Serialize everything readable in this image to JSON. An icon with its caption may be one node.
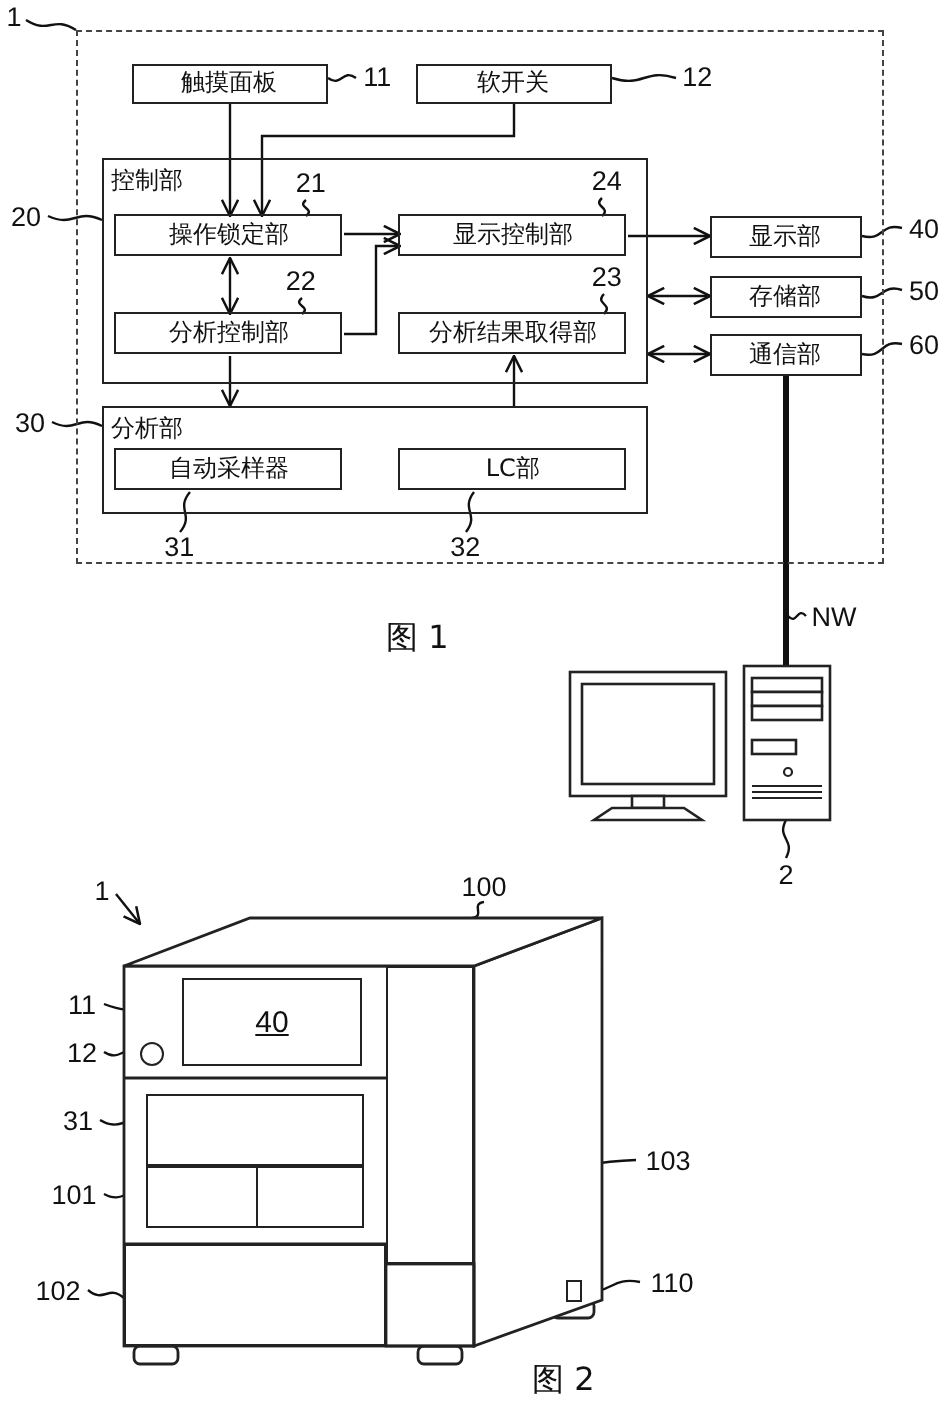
{
  "diagram": {
    "nodes": [
      {
        "text": [],
        "shape": "box"
      },
      {
        "text": [
          "触摸面板"
        ],
        "in": 0
      },
      {
        "text": [
          "软开关"
        ],
        "in": 0
      },
      {
        "text": [
          "控制部"
        ],
        "in": 0
      },
      {
        "text": [
          "操作锁定部"
        ],
        "in": 3
      },
      {
        "text": [
          "显示控制部"
        ],
        "in": 3
      },
      {
        "text": [
          "分析控制部"
        ],
        "in": 3
      },
      {
        "text": [
          "分析结果取得部"
        ],
        "in": 3
      },
      {
        "text": [
          "显示部"
        ],
        "in": 0
      },
      {
        "text": [
          "存储部"
        ],
        "in": 0
      },
      {
        "text": [
          "通信部"
        ],
        "in": 0
      },
      {
        "text": [
          "分析部"
        ],
        "in": 0
      },
      {
        "text": [
          "自动采样器"
        ],
        "in": 11
      },
      {
        "text": [
          "LC部"
        ],
        "in": 11
      },
      {
        "text": [],
        "shape": "picture"
      },
      {
        "text": [
          "1"
        ]
      },
      {
        "text": [
          "11"
        ],
        "in": 0
      },
      {
        "text": [
          "12"
        ],
        "in": 0
      },
      {
        "text": [
          "20"
        ]
      },
      {
        "text": [
          "21"
        ],
        "in": 3
      },
      {
        "text": [
          "24"
        ],
        "in": 3
      },
      {
        "text": [
          "22"
        ],
        "in": 3
      },
      {
        "text": [
          "23"
        ],
        "in": 3
      },
      {
        "text": [
          "40"
        ]
      },
      {
        "text": [
          "50"
        ]
      },
      {
        "text": [
          "60"
        ]
      },
      {
        "text": [
          "30"
        ]
      },
      {
        "text": [
          "31"
        ],
        "in": 0
      },
      {
        "text": [
          "32"
        ],
        "in": 0
      },
      {
        "text": [
          "NW"
        ]
      },
      {
        "text": [
          "2"
        ]
      },
      {
        "text": [],
        "shape": "picture"
      },
      {
        "text": [],
        "shape": "box"
      },
      {
        "text": [
          "40"
        ],
        "in": 31
      },
      {
        "text": [],
        "shape": "circle",
        "in": 31
      },
      {
        "text": [],
        "shape": "box",
        "in": 31
      },
      {
        "text": [],
        "shape": "box",
        "in": 31
      },
      {
        "text": [],
        "shape": "box",
        "in": 31
      },
      {
        "text": [],
        "shape": "box",
        "in": 31
      },
      {
        "text": [],
        "shape": "box"
      },
      {
        "text": [
          "1"
        ]
      },
      {
        "text": [
          "100"
        ]
      },
      {
        "text": [
          "11"
        ]
      },
      {
        "text": [
          "12"
        ]
      },
      {
        "text": [
          "31"
        ]
      },
      {
        "text": [
          "101"
        ]
      },
      {
        "text": [
          "102"
        ]
      },
      {
        "text": [
          "103"
        ]
      },
      {
        "text": [
          "110"
        ]
      }
    ],
    "edges": [
      {
        "from": 1,
        "to": 4,
        "arrow": "to"
      },
      {
        "from": 2,
        "to": 4,
        "arrow": "to"
      },
      {
        "from": 4,
        "to": 5,
        "arrow": "to"
      },
      {
        "from": 6,
        "to": 5,
        "arrow": "to"
      },
      {
        "from": 4,
        "to": 6,
        "arrow": "both"
      },
      {
        "from": 6,
        "to": 11,
        "arrow": "to"
      },
      {
        "from": 11,
        "to": 7,
        "arrow": "to"
      },
      {
        "from": 5,
        "to": 8,
        "arrow": "to"
      },
      {
        "from": 3,
        "to": 9,
        "arrow": "both"
      },
      {
        "from": 3,
        "to": 10,
        "arrow": "both"
      },
      {
        "from": 10,
        "to": 14,
        "arrow": "none",
        "style": "thick"
      },
      {
        "from": 15,
        "to": 0,
        "arrow": "none"
      },
      {
        "from": 16,
        "to": 1,
        "arrow": "none"
      },
      {
        "from": 17,
        "to": 2,
        "arrow": "none"
      },
      {
        "from": 18,
        "to": 3,
        "arrow": "none"
      },
      {
        "from": 19,
        "to": 4,
        "arrow": "none"
      },
      {
        "from": 20,
        "to": 5,
        "arrow": "none"
      },
      {
        "from": 21,
        "to": 6,
        "arrow": "none"
      },
      {
        "from": 22,
        "to": 7,
        "arrow": "none"
      },
      {
        "from": 23,
        "to": 8,
        "arrow": "none"
      },
      {
        "from": 24,
        "to": 9,
        "arrow": "none"
      },
      {
        "from": 25,
        "to": 10,
        "arrow": "none"
      },
      {
        "from": 26,
        "to": 11,
        "arrow": "none"
      },
      {
        "from": 27,
        "to": 12,
        "arrow": "none"
      },
      {
        "from": 28,
        "to": 13,
        "arrow": "none"
      },
      {
        "from": 29,
        "to": null,
        "arrow": "none"
      },
      {
        "from": 30,
        "to": 14,
        "arrow": "none"
      },
      {
        "from": 40,
        "to": null,
        "arrow": "to"
      },
      {
        "from": 41,
        "to": 32,
        "arrow": "none"
      },
      {
        "from": 42,
        "to": 33,
        "arrow": "none"
      },
      {
        "from": 43,
        "to": 34,
        "arrow": "none"
      },
      {
        "from": 44,
        "to": 35,
        "arrow": "none"
      },
      {
        "from": 45,
        "to": 36,
        "arrow": "none"
      },
      {
        "from": 46,
        "to": 37,
        "arrow": "none"
      },
      {
        "from": 47,
        "to": 38,
        "arrow": "none"
      },
      {
        "from": 48,
        "to": 39,
        "arrow": "none"
      }
    ],
    "labels": [
      "图 1",
      "图 2"
    ]
  }
}
